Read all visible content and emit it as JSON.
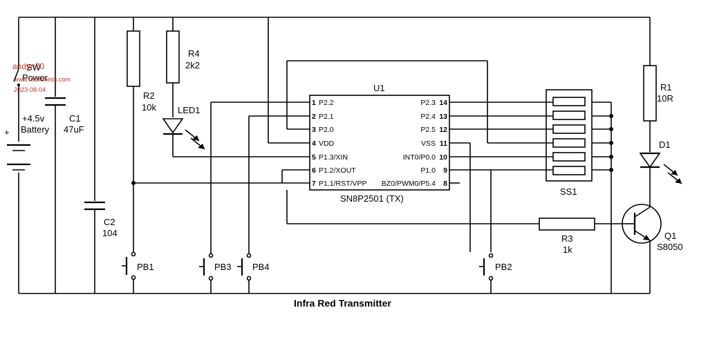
{
  "title": "Infra Red Transmitter",
  "watermark": {
    "user": "andyn70",
    "site": "www.rocksheds.com",
    "date": "2023-08-04",
    "color": "#c0392b"
  },
  "components": {
    "battery": {
      "value": "+4.5v",
      "name": "Battery",
      "plus": "+"
    },
    "switch": {
      "label": "SW",
      "sub": "Power"
    },
    "c1": {
      "name": "C1",
      "value": "47uF"
    },
    "c2": {
      "name": "C2",
      "value": "104"
    },
    "r1": {
      "name": "R1",
      "value": "10R"
    },
    "r2": {
      "name": "R2",
      "value": "10k"
    },
    "r3": {
      "name": "R3",
      "value": "1k"
    },
    "r4": {
      "name": "R4",
      "value": "2k2"
    },
    "led1": {
      "name": "LED1"
    },
    "d1": {
      "name": "D1"
    },
    "q1": {
      "name": "Q1",
      "value": "S8050"
    },
    "ss1": {
      "name": "SS1"
    },
    "pb1": {
      "name": "PB1"
    },
    "pb2": {
      "name": "PB2"
    },
    "pb3": {
      "name": "PB3"
    },
    "pb4": {
      "name": "PB4"
    }
  },
  "ic": {
    "name": "U1",
    "part": "SN8P2501 (TX)",
    "left_pins": [
      {
        "num": "1",
        "label": "P2.2"
      },
      {
        "num": "2",
        "label": "P2.1"
      },
      {
        "num": "3",
        "label": "P2.0"
      },
      {
        "num": "4",
        "label": "VDD"
      },
      {
        "num": "5",
        "label": "P1.3/XIN"
      },
      {
        "num": "6",
        "label": "P1.2/XOUT"
      },
      {
        "num": "7",
        "label": "P1.1/RST/VPP"
      }
    ],
    "right_pins": [
      {
        "num": "14",
        "label": "P2.3"
      },
      {
        "num": "13",
        "label": "P2.4"
      },
      {
        "num": "12",
        "label": "P2.5"
      },
      {
        "num": "11",
        "label": "VSS"
      },
      {
        "num": "10",
        "label": "INT0/P0.0"
      },
      {
        "num": "9",
        "label": "P1.0"
      },
      {
        "num": "8",
        "label": "BZ0/PWM0/P5.4"
      }
    ]
  }
}
